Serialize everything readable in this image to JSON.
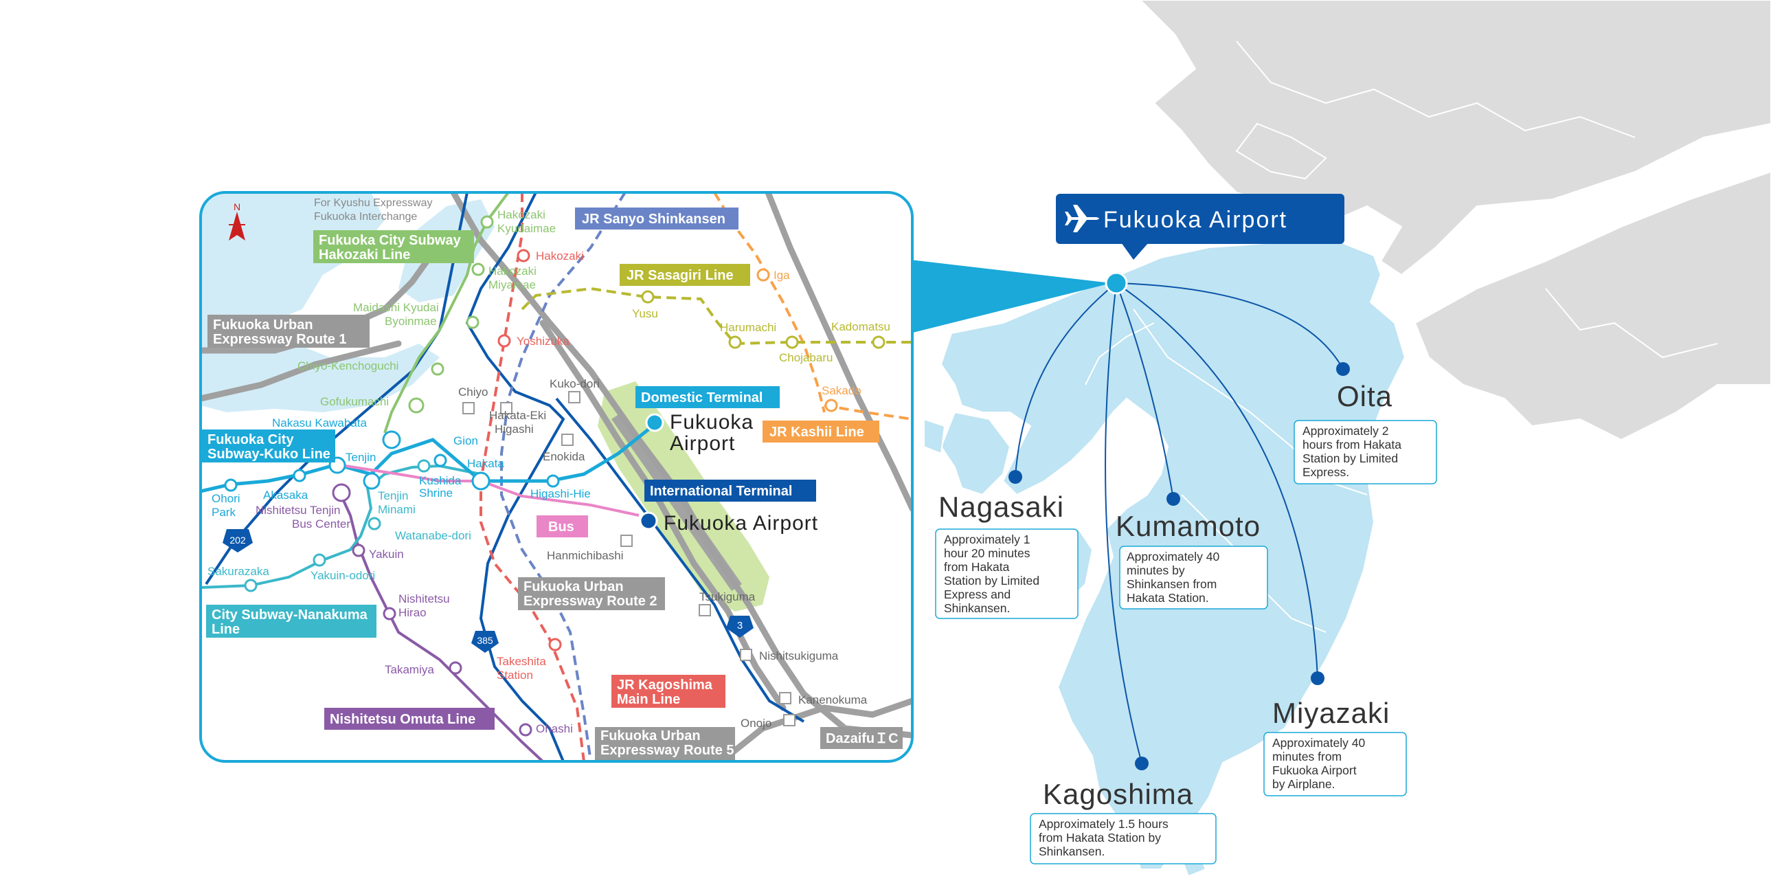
{
  "colors": {
    "land_gray": "#dcdcdc",
    "kyushu_blue": "#bfe4f3",
    "accent_cyan": "#1aa9d9",
    "navy": "#0b55a8",
    "subway_kuko": "#1aa9d9",
    "subway_hakozaki": "#8cc56f",
    "subway_nanakuma": "#3bb8c9",
    "nishitetsu": "#8a5aa6",
    "jr_kagoshima": "#e9615c",
    "jr_kashii": "#f7a24a",
    "jr_sasaguri": "#b7b930",
    "shinkansen": "#6a84c7",
    "expressway": "#a0a0a0",
    "national_route": "#0c58ad",
    "bus": "#ea85c7",
    "airport_area": "#cfe6a8"
  },
  "compass": {
    "label": "N",
    "icon": "north-arrow-icon"
  },
  "airport_callout": {
    "label": "Fukuoka Airport",
    "icon": "airplane-icon"
  },
  "inset": {
    "line_labels": {
      "hakozaki_line": [
        "Fukuoka City Subway",
        "Hakozaki Line"
      ],
      "route1": [
        "Fukuoka Urban",
        "Expressway Route 1"
      ],
      "kuko_line": [
        "Fukuoka City",
        "Subway-Kuko Line"
      ],
      "nanakuma_line": [
        "City Subway-Nanakuma",
        "Line"
      ],
      "omuta_line": [
        "Nishitetsu Omuta Line"
      ],
      "sanyo_shinkansen": [
        "JR Sanyo Shinkansen"
      ],
      "sasaguri_line": [
        "JR Sasagiri Line"
      ],
      "kashii_line": [
        "JR Kashii Line"
      ],
      "route2": [
        "Fukuoka Urban",
        "Expressway Route 2"
      ],
      "kagoshima_line": [
        "JR Kagoshima",
        "Main Line"
      ],
      "route5": [
        "Fukuoka Urban",
        "Expressway Route 5"
      ],
      "dazaifu_ic": [
        "DazaifuＩC"
      ],
      "bus": [
        "Bus"
      ]
    },
    "terminals": {
      "domestic_tag": "Domestic Terminal",
      "domestic_name": [
        "Fukuoka",
        "Airport"
      ],
      "international_tag": "International Terminal",
      "international_name": "Fukuoka Airport"
    },
    "expressway_note": [
      "For Kyushu Expressway",
      "Fukuoka Interchange"
    ],
    "route_shields": [
      "202",
      "385",
      "3"
    ],
    "stations": {
      "hakozaki_kyudaimae": [
        "Hakozaki",
        "Kyudaimae"
      ],
      "hakozaki_miyamae": [
        "Hakozaki",
        "Miyamae"
      ],
      "maidashi": [
        "Maidashi Kyudai",
        "Byoinmae"
      ],
      "chiyo_kenchoguchi": "Chiyo-Kenchoguchi",
      "gofukumachi": "Gofukumachi",
      "nakasu_kawabata": "Nakasu Kawabata",
      "gion": "Gion",
      "tenjin": "Tenjin",
      "hakata": "Hakata",
      "higashi_hie": "Higashi-Hie",
      "ohori_park": [
        "Ohori",
        "Park"
      ],
      "akasaka": "Akasaka",
      "tenjin_minami": [
        "Tenjin",
        "Minami"
      ],
      "kushida_shrine": [
        "Kushida",
        "Shrine"
      ],
      "nishitetsu_tenjin": [
        "Nishitetsu Tenjin",
        "Bus Center"
      ],
      "watanabe_dori": "Watanabe-dori",
      "yakuin": "Yakuin",
      "yakuin_odori": "Yakuin-odori",
      "sakurazaka": "Sakurazaka",
      "nishitetsu_hirao": [
        "Nishitetsu",
        "Hirao"
      ],
      "takamiya": "Takamiya",
      "ohashi": "Ohashi",
      "hakozaki": "Hakozaki",
      "yoshizuka": "Yoshizuka",
      "chiyo": "Chiyo",
      "hakata_eki": [
        "Hakata-Eki",
        "Higashi"
      ],
      "kuko_dori": "Kuko-dori",
      "enokida": "Enokida",
      "hanmichibashi": "Hanmichibashi",
      "tsukiguma": "Tsukiguma",
      "nishitsukiguma": "Nishitsukiguma",
      "kanenokuma": "Kanenokuma",
      "onojo": "Onojo",
      "takeshita": [
        "Takeshita",
        "Station"
      ],
      "iga": "Iga",
      "yusu": "Yusu",
      "harumachi": "Harumachi",
      "chojabaru": "Chojabaru",
      "kadomatsu": "Kadomatsu",
      "sakado": "Sakado"
    }
  },
  "destinations": [
    {
      "id": "nagasaki",
      "name": "Nagasaki",
      "description": [
        "Approximately 1",
        "hour 20 minutes",
        "from Hakata",
        "Station by Limited",
        "Express and",
        "Shinkansen."
      ]
    },
    {
      "id": "kumamoto",
      "name": "Kumamoto",
      "description": [
        "Approximately 40",
        "minutes by",
        "Shinkansen from",
        "Hakata Station."
      ]
    },
    {
      "id": "oita",
      "name": "Oita",
      "description": [
        "Approximately 2",
        "hours from Hakata",
        "Station by Limited",
        "Express."
      ]
    },
    {
      "id": "miyazaki",
      "name": "Miyazaki",
      "description": [
        "Approximately 40",
        "minutes from",
        "Fukuoka Airport",
        "by Airplane."
      ]
    },
    {
      "id": "kagoshima",
      "name": "Kagoshima",
      "description": [
        "Approximately 1.5 hours",
        "from Hakata Station by",
        "Shinkansen."
      ]
    }
  ]
}
